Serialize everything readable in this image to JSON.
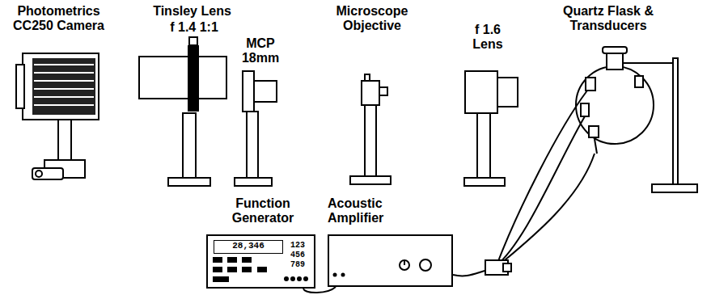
{
  "diagram": {
    "nodes": [
      {
        "text": [
          "Function Generator",
          "28,346"
        ]
      },
      {
        "text": [
          "Acoustic Amplifier"
        ]
      },
      {
        "text": [
          "Quartz Flask & Transducers"
        ]
      }
    ],
    "edges": [
      {
        "from": 0,
        "to": 1,
        "arrow": "none"
      },
      {
        "from": 1,
        "to": 2,
        "arrow": "none"
      }
    ],
    "labels": [
      "Photometrics CC250 Camera",
      "Tinsley Lens",
      "f 1.4 1:1",
      "MCP 18mm",
      "Microscope Objective",
      "f 1.6 Lens",
      "123",
      "456",
      "789"
    ]
  }
}
